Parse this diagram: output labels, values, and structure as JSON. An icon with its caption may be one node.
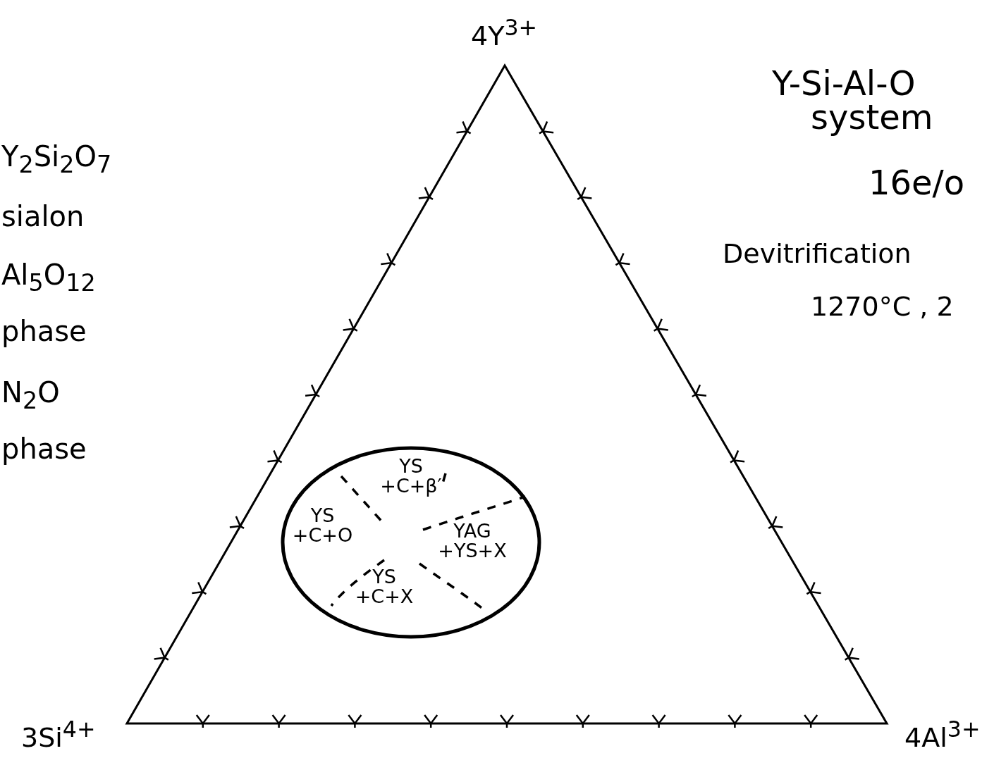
{
  "diagram": {
    "labels": [
      "4Y$^{3+}$",
      "Y-Si-Al-O",
      "system",
      "Y$_{2}$Si$_{2}$O$_{7}$",
      "16e/o",
      "sialon",
      "Devitrification",
      "Al$_{5}$O$_{12}$",
      "1270°C , 2",
      "phase",
      "N$_{2}$O",
      "phase",
      "YS +C+β′",
      "YS +C+O",
      "YAG +YS+X",
      "YS +C+X",
      "3Si$^{4+}$",
      "4Al$^{3+}$"
    ]
  }
}
